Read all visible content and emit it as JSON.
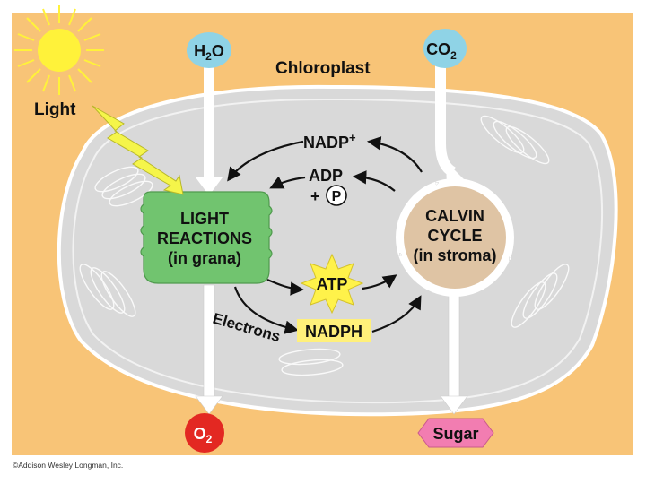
{
  "colors": {
    "background": "#f8c477",
    "chloroplast": "#d9d9d9",
    "light_reactions": "#71c46f",
    "calvin_cycle": "#dfc4a4",
    "h2o": "#8fd3e6",
    "co2": "#8fd3e6",
    "o2": "#e32822",
    "sugar": "#f27db1",
    "atp": "#fff24a",
    "nadph": "#fff07a",
    "lightning": "#f5f54a",
    "sun": "#fff23a"
  },
  "labels": {
    "chloroplast": "Chloroplast",
    "light": "Light",
    "h2o": {
      "base": "H",
      "sub": "2",
      "rest": "O"
    },
    "co2": {
      "base": "CO",
      "sub": "2"
    },
    "o2": {
      "base": "O",
      "sub": "2"
    },
    "sugar": "Sugar",
    "light_reactions": [
      "LIGHT",
      "REACTIONS",
      "(in grana)"
    ],
    "calvin_cycle": [
      "CALVIN",
      "CYCLE",
      "(in stroma)"
    ],
    "nadp": {
      "base": "NADP",
      "sup": "+"
    },
    "adp": "ADP",
    "plus": "+",
    "phosphate": "P",
    "atp": "ATP",
    "nadph": "NADPH",
    "electrons": "Electrons",
    "copyright": "©Addison Wesley Longman, Inc."
  },
  "icons": [
    "sun-icon",
    "lightning-icon",
    "phosphate-icon"
  ]
}
